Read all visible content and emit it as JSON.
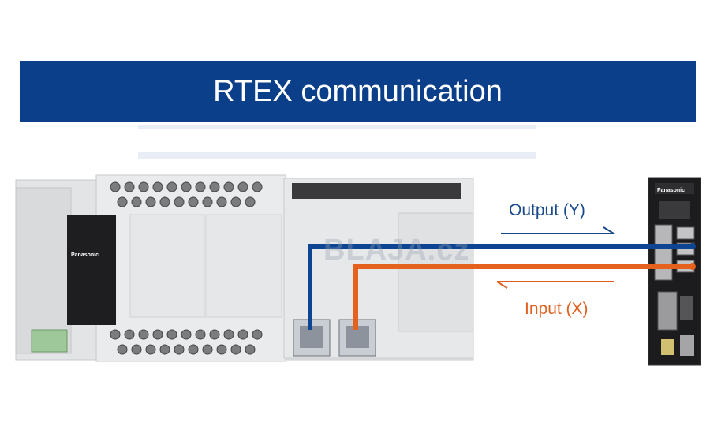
{
  "title": "RTEX communication",
  "output_label": "Output (Y)",
  "input_label": "Input (X)",
  "watermark": "BLAJA.cz",
  "colors": {
    "banner": "#0b3f8a",
    "output_line": "#0d4592",
    "input_line": "#e4621d"
  },
  "devices": {
    "plc_brand": "Panasonic",
    "servo_brand": "Panasonic"
  }
}
